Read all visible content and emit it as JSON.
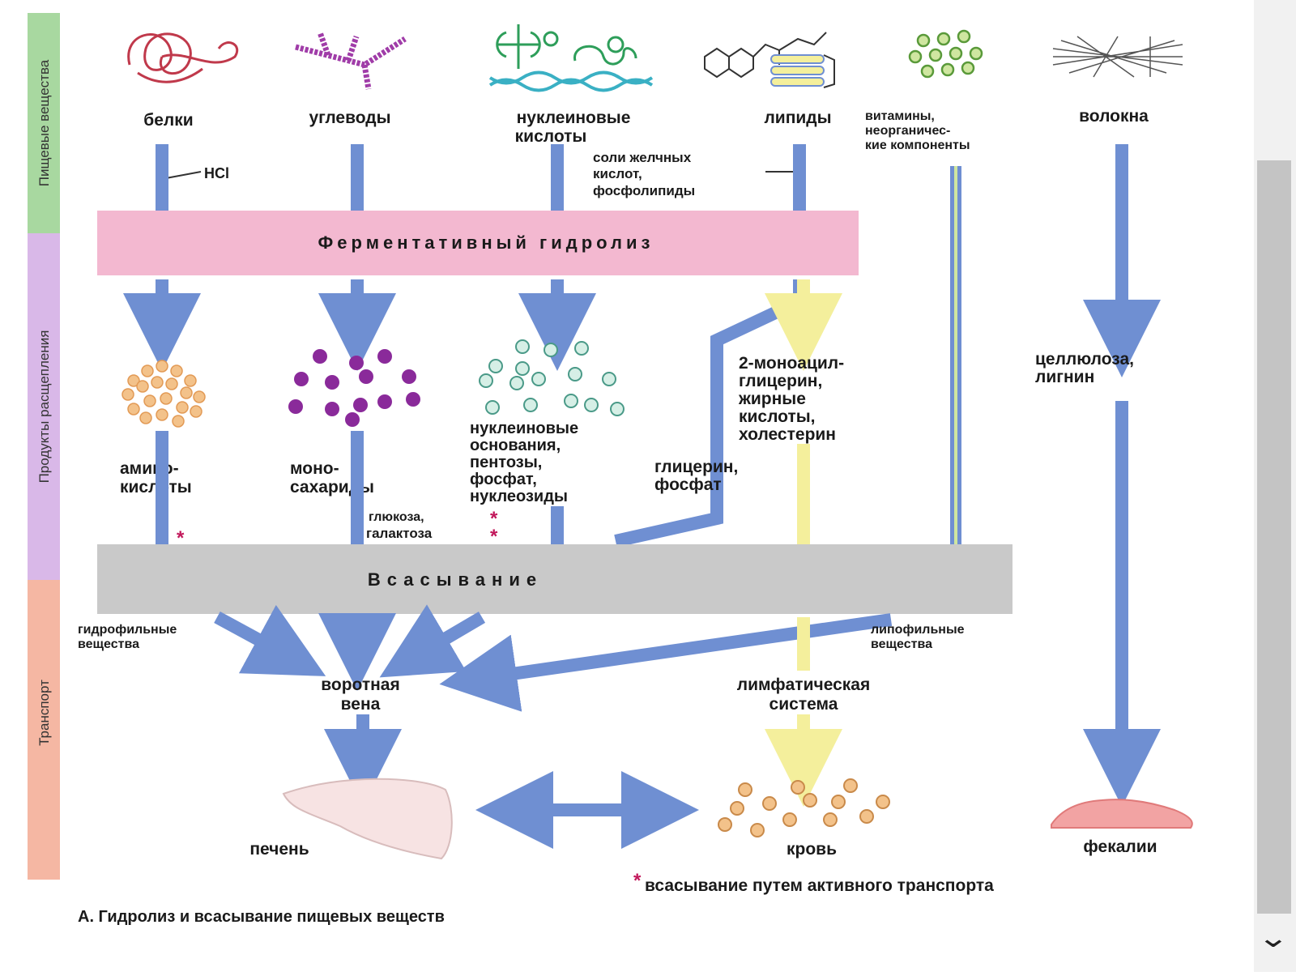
{
  "bands": {
    "food": "Пищевые вещества",
    "products": "Продукты расщепления",
    "transport": "Транспорт"
  },
  "nutrients": {
    "proteins": "белки",
    "carbs": "углеводы",
    "nucleic": [
      "нуклеиновые",
      "кислоты"
    ],
    "lipids": "липиды",
    "vitamins": [
      "витамины,",
      "неорганичес-",
      "кие компоненты"
    ],
    "fibers": "волокна"
  },
  "reagents": {
    "hcl": "HCl",
    "bile": [
      "соли желчных",
      "кислот,",
      "фосфолипиды"
    ]
  },
  "processes": {
    "hydrolysis": "Ферментативный гидролиз",
    "absorption": "Всасывание"
  },
  "products": {
    "amino": [
      "амино-",
      "кислоты"
    ],
    "mono": [
      "моно-",
      "сахариды"
    ],
    "glucose": [
      "глюкоза,",
      "галактоза"
    ],
    "nucleo": [
      "нуклеиновые",
      "основания,",
      "пентозы,",
      "фосфат,",
      "нуклеозиды"
    ],
    "glycerin": [
      "глицерин,",
      "фосфат"
    ],
    "monoacyl": [
      "2-моноацил-",
      "глицерин,",
      "жирные",
      "кислоты,",
      "холестерин"
    ],
    "cellulose": [
      "целлюлоза,",
      "лигнин"
    ]
  },
  "transport": {
    "hydrophilic": [
      "гидрофильные",
      "вещества"
    ],
    "lipophilic": [
      "липофильные",
      "вещества"
    ],
    "portal": [
      "воротная",
      "вена"
    ],
    "lymph": [
      "лимфатическая",
      "система"
    ]
  },
  "destinations": {
    "liver": "печень",
    "blood": "кровь",
    "feces": "фекалии"
  },
  "footnote": {
    "star": "*",
    "text": "всасывание путем активного транспорта"
  },
  "caption": "А. Гидролиз и всасывание пищевых веществ",
  "colors": {
    "arrow_blue": "#6f8fd2",
    "arrow_yellow": "#f4ef9c",
    "hydrolysis_band": "#f3b8d0",
    "absorption_band": "#c9c9c9",
    "green_band": "#a8d8a0",
    "violet_band": "#d9b8e8",
    "salmon_band": "#f5b7a3",
    "star": "#c2185b"
  }
}
